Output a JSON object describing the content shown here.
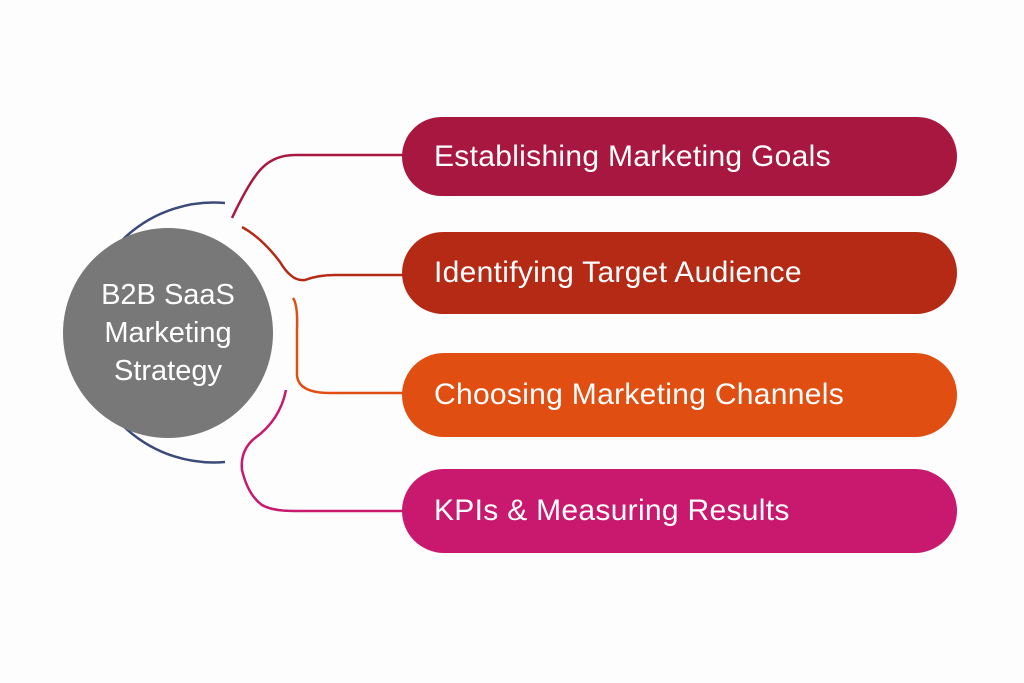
{
  "center": {
    "lines": [
      "B2B SaaS",
      "Marketing",
      "Strategy"
    ]
  },
  "colors": {
    "ring": "#3c4a7a",
    "center": "#787878",
    "goals": "#a8173f",
    "audience": "#b52a15",
    "channels": "#e04e12",
    "kpis": "#c8196e"
  },
  "items": [
    {
      "label": "Establishing Marketing Goals"
    },
    {
      "label": "Identifying Target Audience"
    },
    {
      "label": "Choosing Marketing Channels"
    },
    {
      "label": "KPIs & Measuring Results"
    }
  ]
}
